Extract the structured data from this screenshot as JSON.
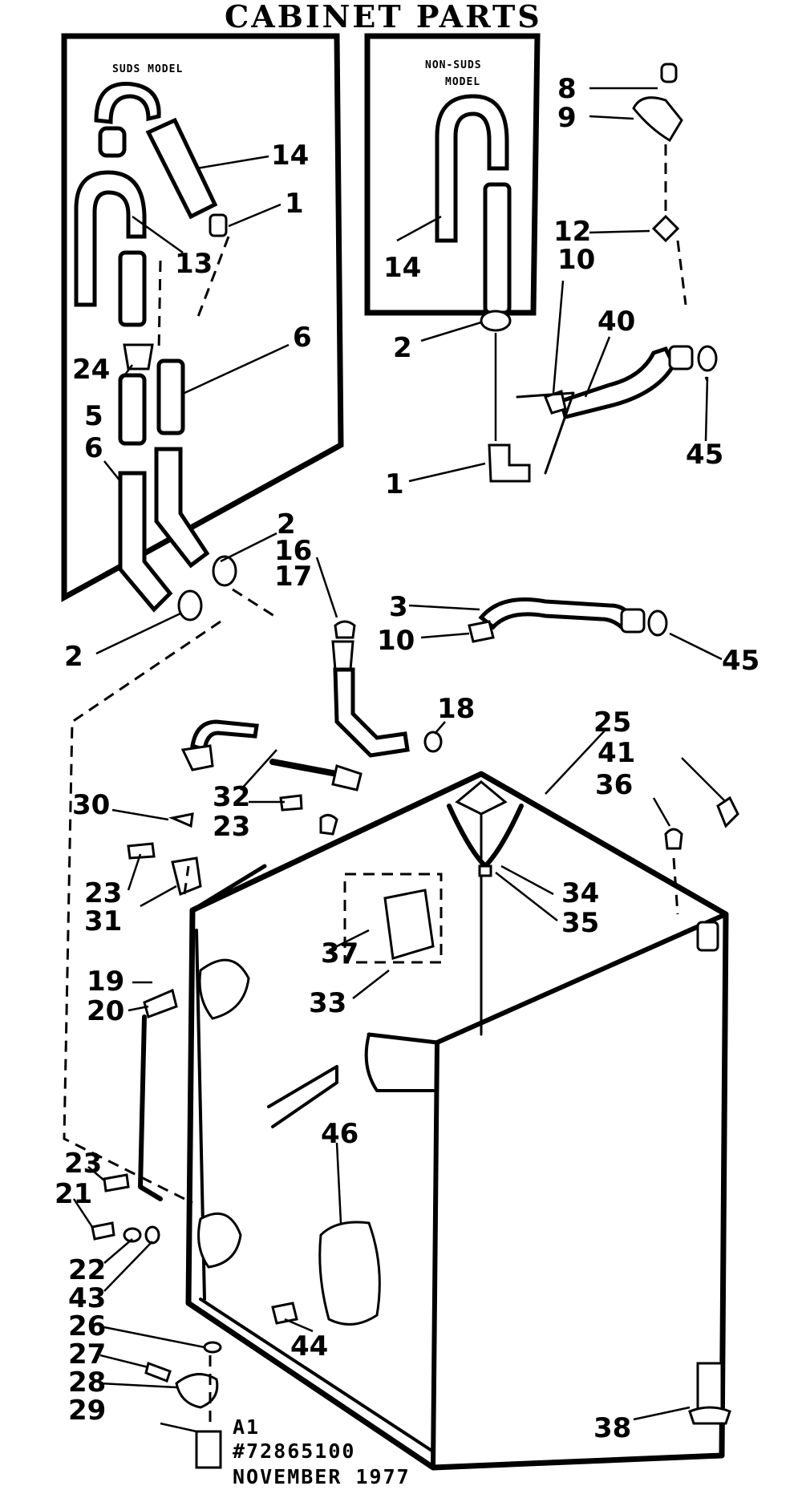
{
  "title": "CABINET PARTS",
  "panels": {
    "suds": "SUDS MODEL",
    "non_suds_1": "NON-SUDS",
    "non_suds_2": "MODEL"
  },
  "callouts": {
    "n8": "8",
    "n9": "9",
    "n12": "12",
    "n10a": "10",
    "n40": "40",
    "n45a": "45",
    "n14a": "14",
    "n1a": "1",
    "n13": "13",
    "n6a": "6",
    "n24": "24",
    "n5": "5",
    "n6b": "6",
    "n14b": "14",
    "n2a": "2",
    "n1b": "1",
    "n2b": "2",
    "n16": "16",
    "n17": "17",
    "n3": "3",
    "n10b": "10",
    "n45b": "45",
    "n2c": "2",
    "n18": "18",
    "n25": "25",
    "n41": "41",
    "n36": "36",
    "n30": "30",
    "n32": "32",
    "n23a": "23",
    "n23b": "23",
    "n31": "31",
    "n34": "34",
    "n35": "35",
    "n37": "37",
    "n33": "33",
    "n19": "19",
    "n20": "20",
    "n46": "46",
    "n23c": "23",
    "n21": "21",
    "n22": "22",
    "n43": "43",
    "n44": "44",
    "n26": "26",
    "n27": "27",
    "n28": "28",
    "n29": "29",
    "n38": "38"
  },
  "footer": {
    "line1": "A1",
    "line2": "#72865100",
    "line3": "NOVEMBER 1977"
  }
}
